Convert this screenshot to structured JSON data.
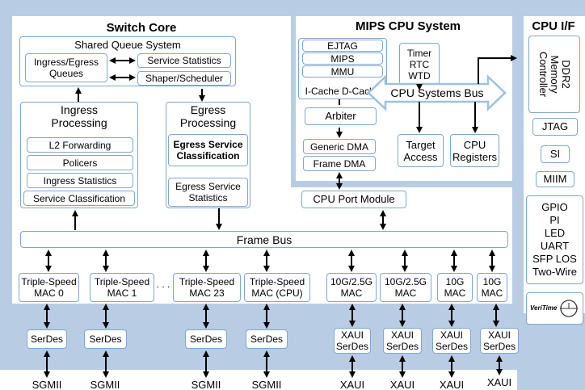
{
  "switch_core": {
    "title": "Switch Core",
    "shared_queue": {
      "title": "Shared Queue System",
      "ingress_egress_queues": "Ingress/Egress\nQueues",
      "service_statistics": "Service Statistics",
      "shaper_scheduler": "Shaper/Scheduler"
    },
    "ingress_processing": {
      "title": "Ingress\nProcessing",
      "items": [
        "L2 Forwarding",
        "Policers",
        "Ingress Statistics",
        "Service Classification"
      ]
    },
    "egress_processing": {
      "title": "Egress\nProcessing",
      "items": [
        "Egress Service\nClassification",
        "Egress Service\nStatistics"
      ]
    }
  },
  "mips": {
    "title": "MIPS CPU System",
    "cpu_stack": [
      "EJTAG",
      "MIPS",
      "MMU",
      "I-Cache D-Cache"
    ],
    "timer_rtc_wtd": "Timer\nRTC\nWTD",
    "arbiter": "Arbiter",
    "cpu_systems_bus": "CPU Systems Bus",
    "generic_dma": "Generic DMA",
    "frame_dma": "Frame DMA",
    "target_access": "Target\nAccess",
    "cpu_registers": "CPU\nRegisters"
  },
  "cpu_port_module": "CPU Port Module",
  "frame_bus": "Frame Bus",
  "macs": [
    "Triple-Speed\nMAC 0",
    "Triple-Speed\nMAC 1",
    "Triple-Speed\nMAC 23",
    "Triple-Speed\nMAC (CPU)",
    "10G/2.5G\nMAC",
    "10G/2.5G\nMAC",
    "10G\nMAC",
    "10G\nMAC"
  ],
  "mac_ellipsis": ". . .",
  "serdes": [
    "SerDes",
    "SerDes",
    "SerDes",
    "SerDes",
    "XAUI\nSerDes",
    "XAUI\nSerDes",
    "XAUI\nSerDes",
    "XAUI\nSerDes"
  ],
  "interfaces": [
    "SGMII",
    "SGMII",
    "SGMII",
    "SGMII",
    "XAUI",
    "XAUI",
    "XAUI",
    "XAUI"
  ],
  "cpu_if": {
    "title": "CPU I/F",
    "ddr2": "DDR2\nMemory\nController",
    "jtag": "JTAG",
    "si": "SI",
    "miim": "MIIM",
    "gpio_group": "GPIO\nPI\nLED\nUART\nSFP LOS\nTwo-Wire",
    "logo": "VeriTime"
  },
  "colors": {
    "background": "#b8cce4",
    "box_border": "#7fa7d0",
    "arrow": "#000000"
  }
}
